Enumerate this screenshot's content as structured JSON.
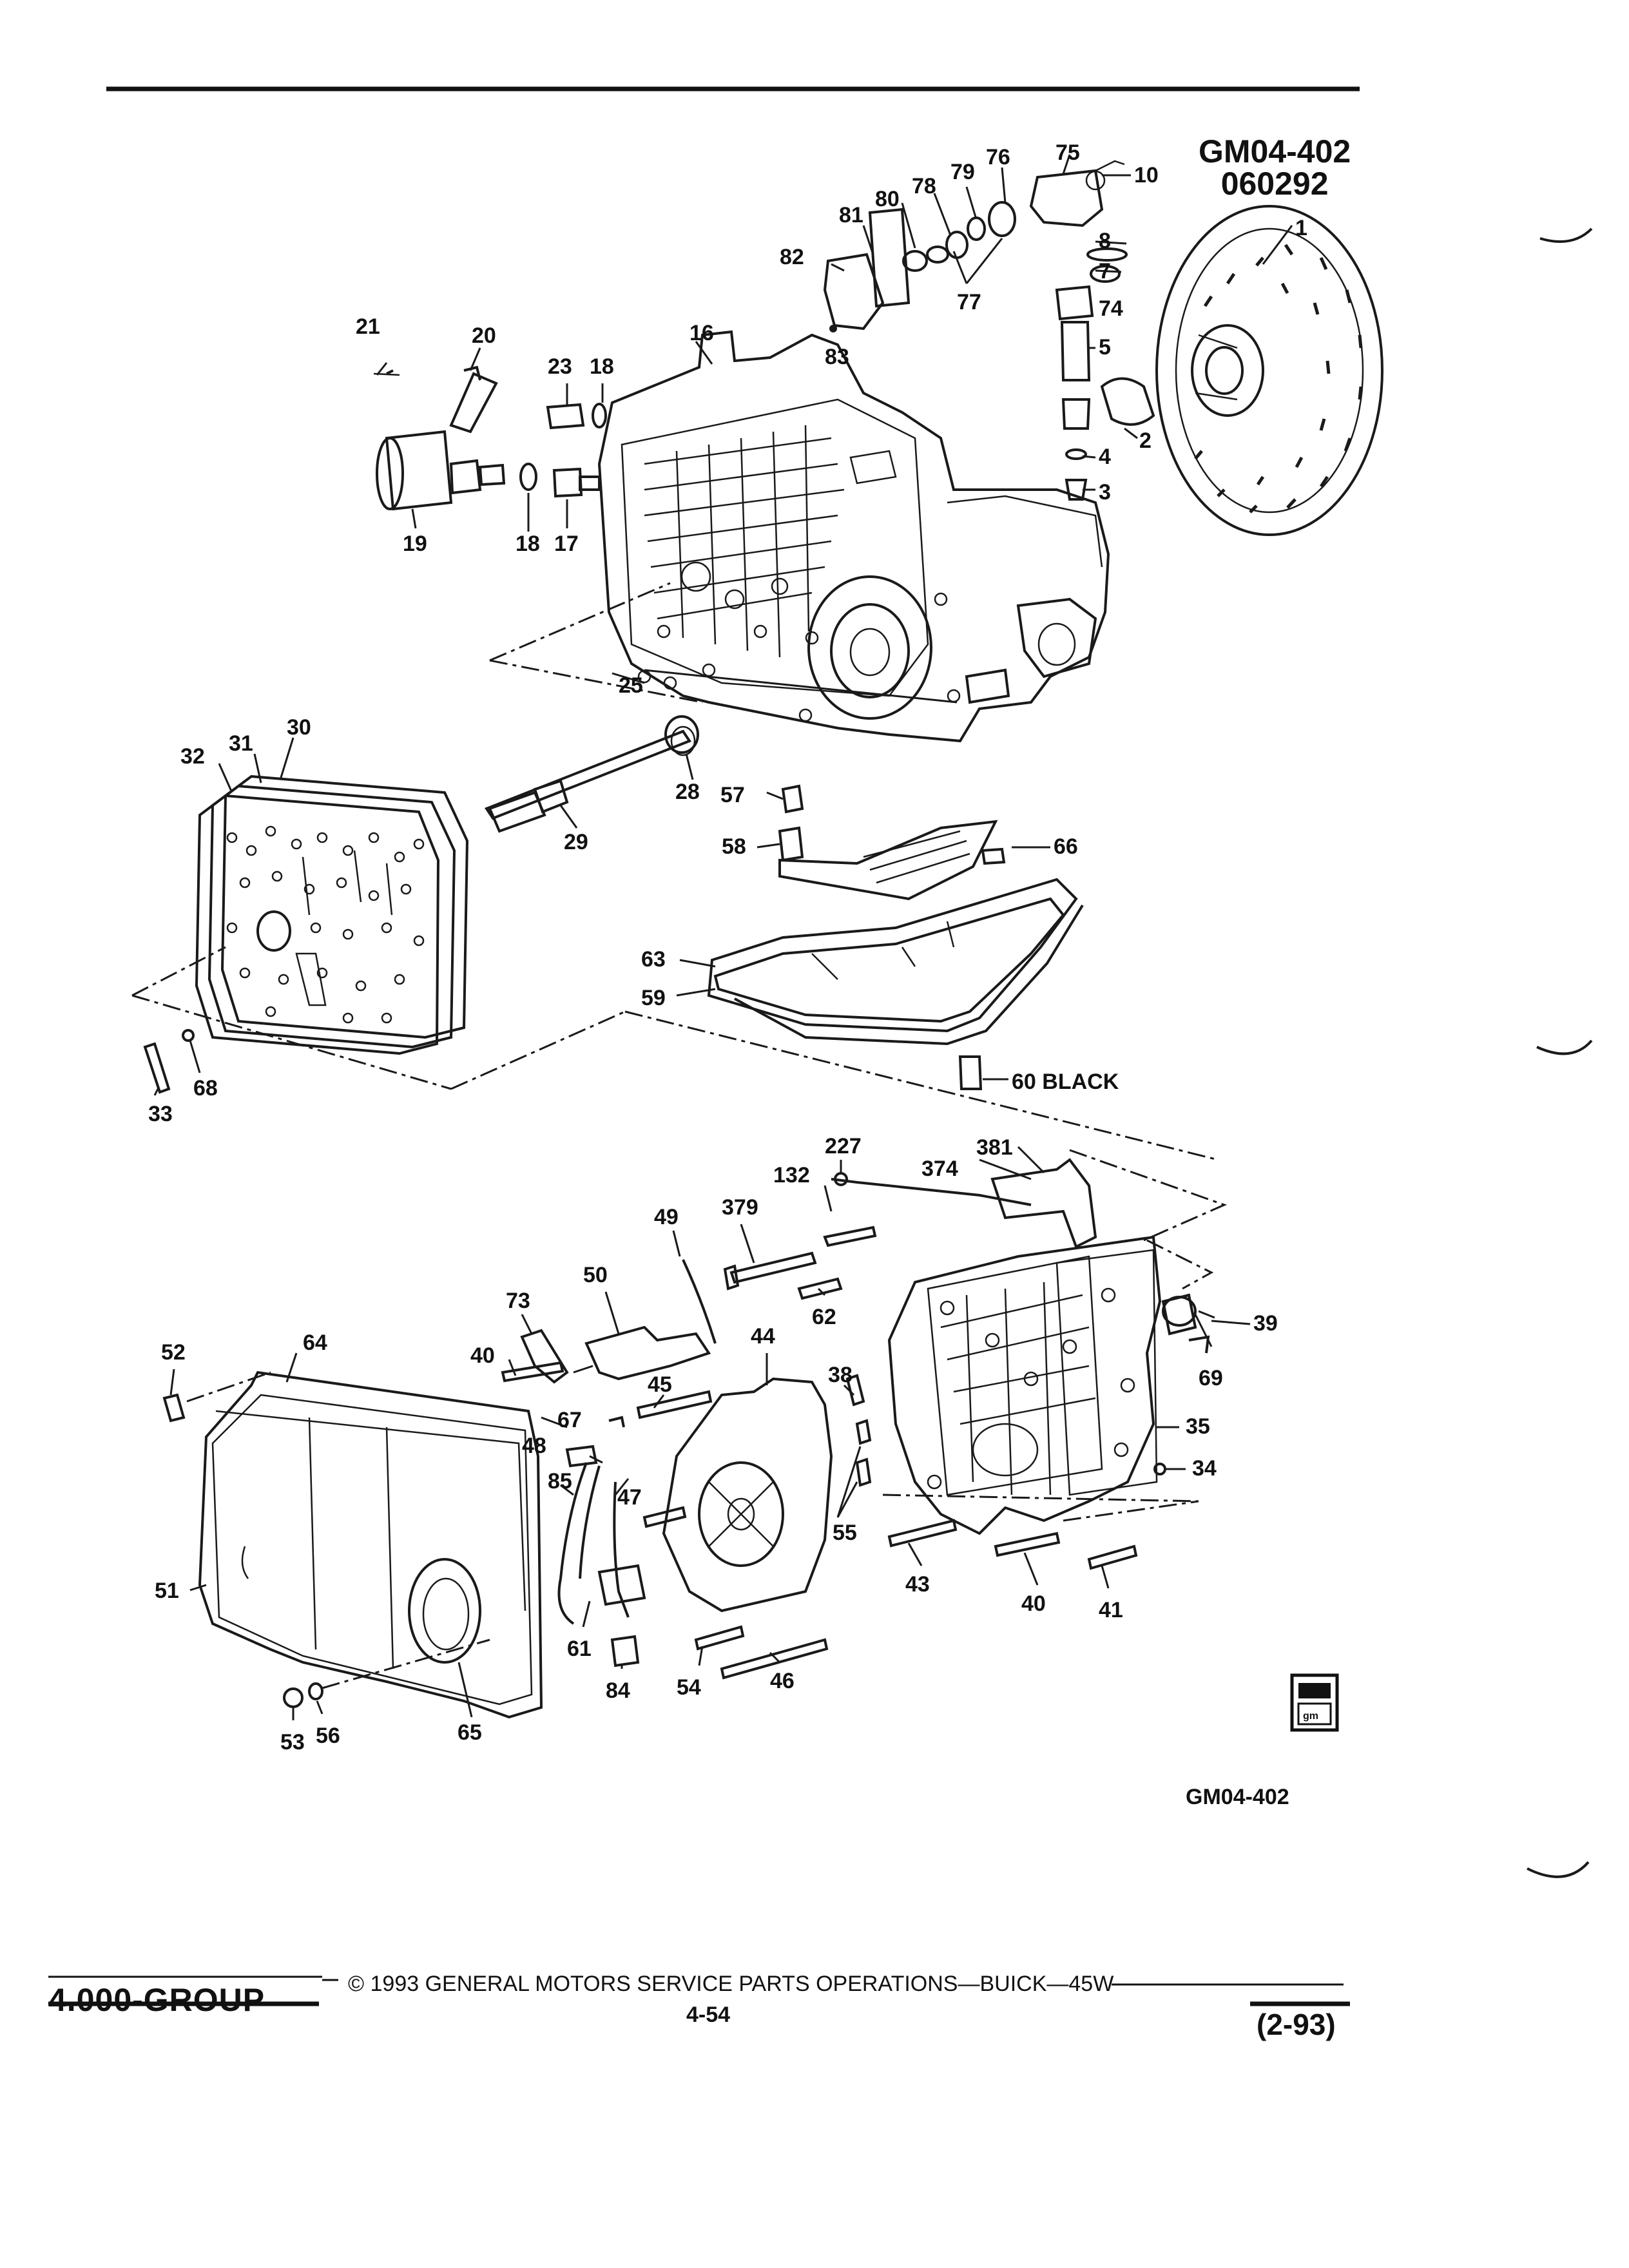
{
  "header": {
    "code_line1": "GM04-402",
    "code_line2": "060292"
  },
  "footer": {
    "figure_code": "GM04-402",
    "group": "4.000-GROUP",
    "copyright": "© 1993 GENERAL MOTORS SERVICE PARTS OPERATIONS—BUICK—45W",
    "page": "4-54",
    "revision": "(2-93)"
  },
  "icons": {
    "corner": "gm-spo-logo-icon"
  },
  "callouts": {
    "c1": "1",
    "c2": "2",
    "c3": "3",
    "c4": "4",
    "c5": "5",
    "c7": "7",
    "c8": "8",
    "c10": "10",
    "c16": "16",
    "c17": "17",
    "c18a": "18",
    "c18b": "18",
    "c19": "19",
    "c20": "20",
    "c21": "21",
    "c23": "23",
    "c25": "25",
    "c28": "28",
    "c29": "29",
    "c30": "30",
    "c31": "31",
    "c32": "32",
    "c33": "33",
    "c34": "34",
    "c35": "35",
    "c38": "38",
    "c39": "39",
    "c40a": "40",
    "c40b": "40",
    "c41": "41",
    "c43": "43",
    "c44": "44",
    "c45": "45",
    "c46": "46",
    "c47": "47",
    "c48": "48",
    "c49": "49",
    "c50": "50",
    "c51": "51",
    "c52": "52",
    "c53": "53",
    "c54": "54",
    "c55": "55",
    "c56": "56",
    "c57": "57",
    "c58": "58",
    "c59": "59",
    "c60": "60 BLACK",
    "c61": "61",
    "c62": "62",
    "c63": "63",
    "c64": "64",
    "c65": "65",
    "c66": "66",
    "c67": "67",
    "c68": "68",
    "c69": "69",
    "c73": "73",
    "c74": "74",
    "c75": "75",
    "c76": "76",
    "c77": "77",
    "c78": "78",
    "c79": "79",
    "c80": "80",
    "c81": "81",
    "c82": "82",
    "c83": "83",
    "c84": "84",
    "c85": "85",
    "c132": "132",
    "c227": "227",
    "c374": "374",
    "c379": "379",
    "c381": "381"
  }
}
